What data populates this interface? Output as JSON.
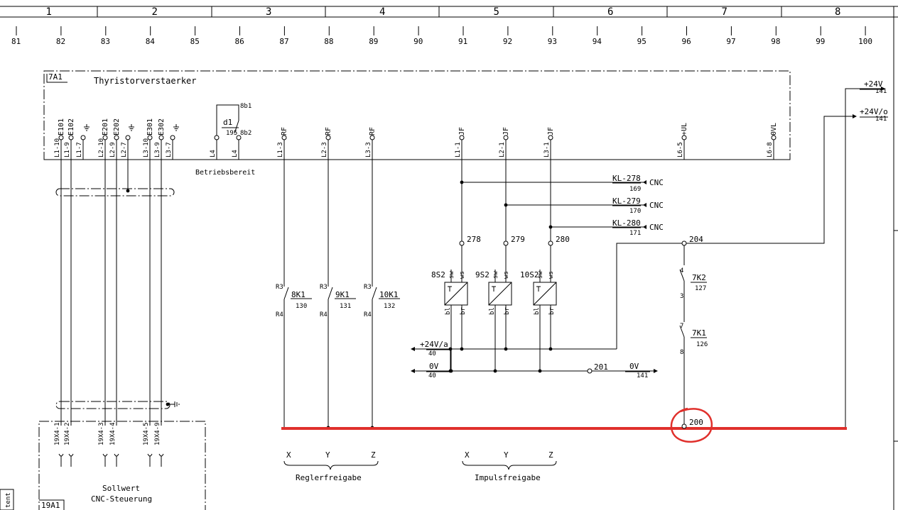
{
  "frame": {
    "columns": [
      "1",
      "2",
      "3",
      "4",
      "5",
      "6",
      "7",
      "8"
    ],
    "paths": [
      "81",
      "82",
      "83",
      "84",
      "85",
      "86",
      "87",
      "88",
      "89",
      "90",
      "91",
      "92",
      "93",
      "94",
      "95",
      "96",
      "97",
      "98",
      "99",
      "100"
    ]
  },
  "amplifier": {
    "id": "7A1",
    "title": "Thyristorverstaerker",
    "signals": [
      "E101",
      "E102",
      "",
      "E201",
      "E202",
      "",
      "E301",
      "E302",
      "",
      "RF",
      "RF",
      "RF",
      "JF",
      "JF",
      "JF",
      "+UL",
      "0VL"
    ],
    "terminals": [
      "L1-10",
      "L1-9",
      "L1-7",
      "L2-10",
      "L2-9",
      "L2-7",
      "L3-10",
      "L3-9",
      "L3-7",
      "L1-3",
      "L2-3",
      "L3-3",
      "L1-1",
      "L2-1",
      "L3-1",
      "L6-5",
      "L6-8"
    ],
    "ready_contact": {
      "label": "d1",
      "ref": "195",
      "pin_top": "8b1",
      "pin_bottom": "8b2",
      "terminal_left": "L4",
      "terminal_right": "L4",
      "caption": "Betriebsbereit"
    }
  },
  "supply": {
    "v24": {
      "label": "+24V",
      "ref": "141"
    },
    "v24o": {
      "label": "+24V/o",
      "ref": "141"
    },
    "bus_left_v24o": {
      "label": "+24V/a",
      "ref": "40"
    },
    "bus_left_0v": {
      "label": "0V",
      "ref": "40"
    },
    "bus_right_0v": {
      "label": "0V",
      "ref": "141"
    },
    "node_201": "201"
  },
  "cnc_lines": [
    {
      "label": "KL-278",
      "ref": "169",
      "dest": "CNC"
    },
    {
      "label": "KL-279",
      "ref": "170",
      "dest": "CNC"
    },
    {
      "label": "KL-280",
      "ref": "171",
      "dest": "CNC"
    }
  ],
  "nodes": {
    "n278": "278",
    "n279": "279",
    "n280": "280",
    "n204": "204",
    "n200": "200"
  },
  "contacts": [
    {
      "name": "8K1",
      "ref": "130",
      "pin_top": "R3",
      "pin_bottom": "R4"
    },
    {
      "name": "9K1",
      "ref": "131",
      "pin_top": "R3",
      "pin_bottom": "R4"
    },
    {
      "name": "10K1",
      "ref": "132",
      "pin_top": "R3",
      "pin_bottom": "R4"
    }
  ],
  "sensors": [
    {
      "name": "8S2",
      "pins_top": [
        "sw",
        "ws"
      ],
      "pins_bottom": [
        "bl",
        "br"
      ]
    },
    {
      "name": "9S2",
      "pins_top": [
        "sw",
        "ws"
      ],
      "pins_bottom": [
        "bl",
        "br"
      ]
    },
    {
      "name": "10S2",
      "pins_top": [
        "sw",
        "ws"
      ],
      "pins_bottom": [
        "bl",
        "br"
      ]
    }
  ],
  "relays": [
    {
      "name": "7K2",
      "ref": "127",
      "pin_top": "4",
      "pin_bottom": "3"
    },
    {
      "name": "7K1",
      "ref": "126",
      "pin_top": "7",
      "pin_bottom": "8"
    }
  ],
  "controller_enable": {
    "x": "X",
    "y": "Y",
    "z": "Z",
    "caption": "Reglerfreigabe"
  },
  "pulse_enable": {
    "x": "X",
    "y": "Y",
    "z": "Z",
    "caption": "Impulsfreigabe"
  },
  "setpoint": {
    "id": "19A1",
    "title_line1": "Sollwert",
    "title_line2": "CNC-Steuerung",
    "terminals": [
      "19X4-1",
      "19X4-2",
      "19X4-3",
      "19X4-4",
      "19X4-5",
      "19X4-9"
    ]
  },
  "margin_label": "tent",
  "highlight_color": "#e0302c"
}
